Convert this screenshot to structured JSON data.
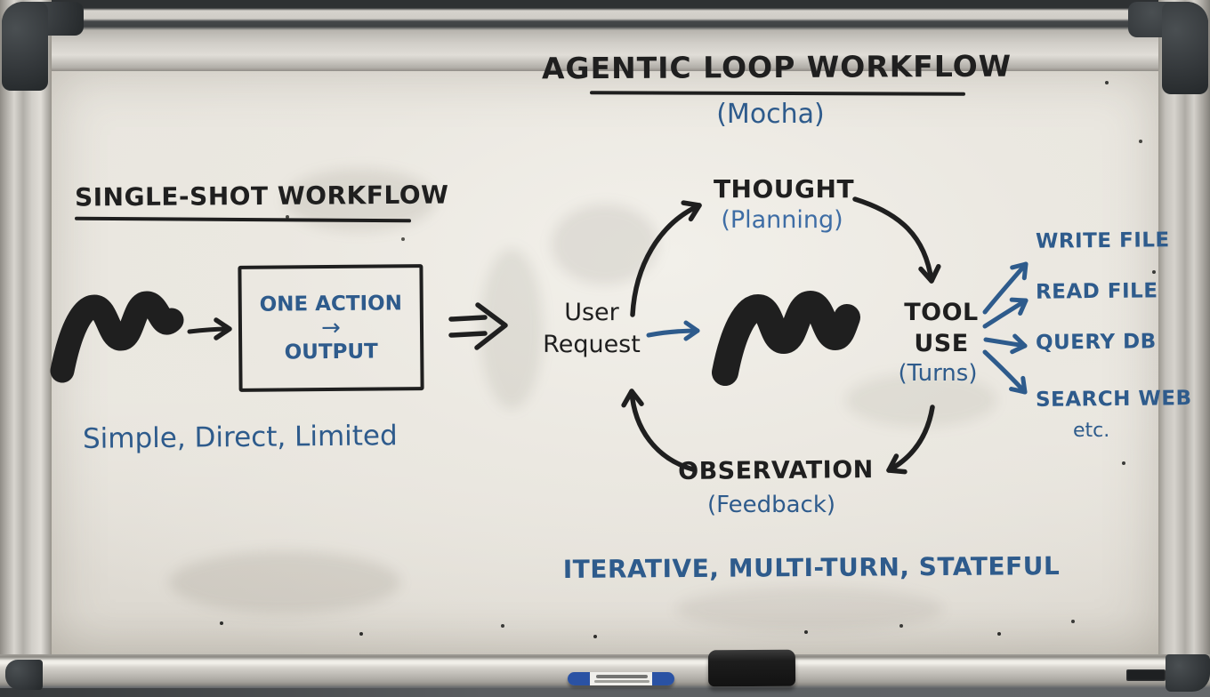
{
  "colors": {
    "marker_black": "#1f1f1f",
    "marker_blue": "#2e5b8c",
    "marker_blue_light": "#3e6da5",
    "board_white": "#eae7e0",
    "frame_silver": "#c9c6c0",
    "cap_dark": "#35393c",
    "pen_cap_blue": "#2a52a4"
  },
  "title": {
    "main": "AGENTIC LOOP WORKFLOW",
    "subtitle": "(Mocha)"
  },
  "single_shot": {
    "heading": "SINGLE-SHOT WORKFLOW",
    "box": {
      "line1": "ONE ACTION",
      "arrow": "→",
      "line2": "OUTPUT"
    },
    "caption": "Simple, Direct, Limited"
  },
  "loop": {
    "user_request": {
      "line1": "User",
      "line2": "Request"
    },
    "thought": {
      "label": "THOUGHT",
      "sub": "(Planning)"
    },
    "tool_use": {
      "line1": "TOOL",
      "line2": "USE",
      "sub": "(Turns)"
    },
    "observation": {
      "label": "OBSERVATION",
      "sub": "(Feedback)"
    },
    "tools": [
      "WRITE FILE",
      "READ FILE",
      "QUERY DB",
      "SEARCH WEB"
    ],
    "tools_more": "etc.",
    "caption": "ITERATIVE, MULTI-TURN, STATEFUL"
  }
}
